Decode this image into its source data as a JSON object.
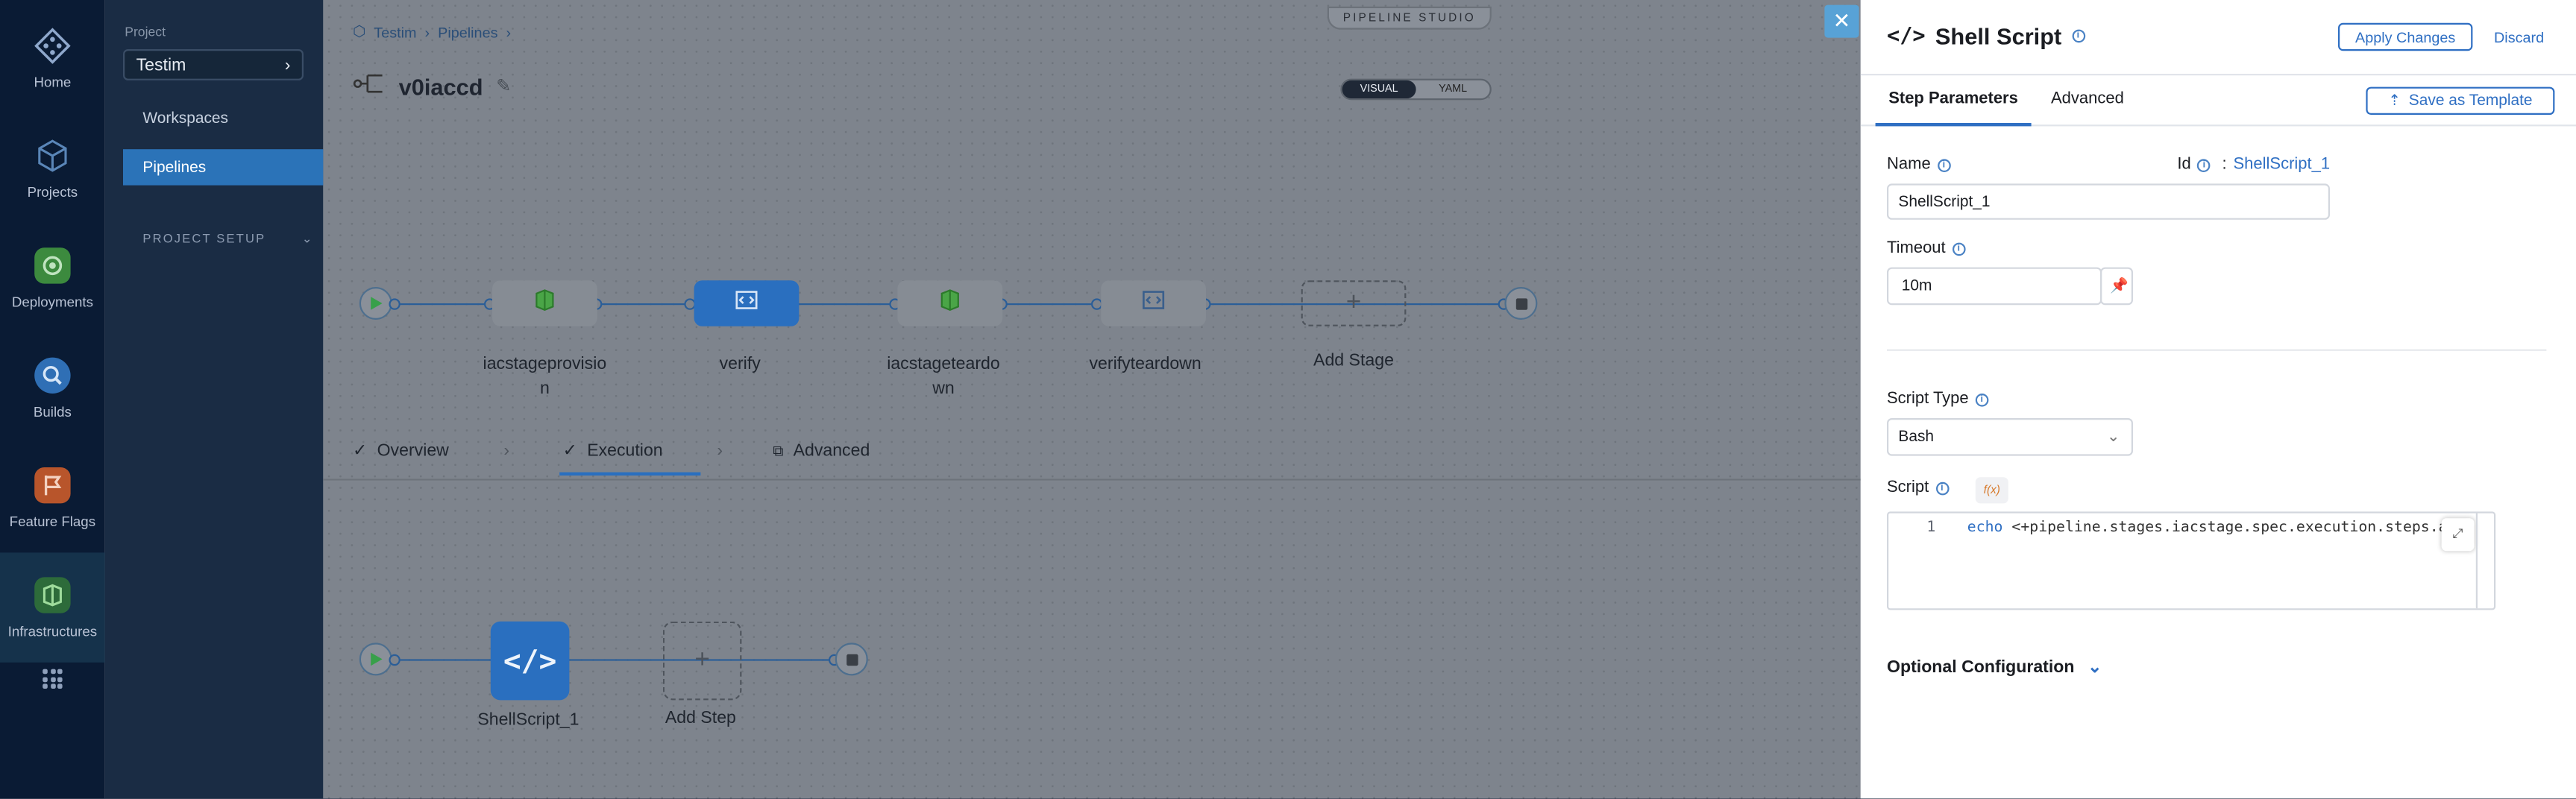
{
  "nav": {
    "items": [
      {
        "label": "Home",
        "icon": "harness-logo-icon"
      },
      {
        "label": "Projects",
        "icon": "projects-cube-icon"
      },
      {
        "label": "Deployments",
        "icon": "deployments-icon"
      },
      {
        "label": "Builds",
        "icon": "builds-icon"
      },
      {
        "label": "Feature Flags",
        "icon": "feature-flags-icon"
      },
      {
        "label": "Infrastructures",
        "icon": "infrastructures-icon"
      }
    ],
    "active": "Infrastructures"
  },
  "project": {
    "label": "Project",
    "name": "Testim",
    "links": [
      "Workspaces",
      "Pipelines"
    ],
    "active_link": "Pipelines",
    "setup": "PROJECT SETUP"
  },
  "canvas": {
    "breadcrumb": [
      "Testim",
      "Pipelines"
    ],
    "pipeline_name": "v0iaccd",
    "studio_label": "PIPELINE STUDIO",
    "view_toggle": [
      "VISUAL",
      "YAML"
    ],
    "view_selected": "VISUAL",
    "stages": [
      {
        "label1": "iacstageprovisio",
        "label2": "n",
        "kind": "infra"
      },
      {
        "label1": "verify",
        "label2": "",
        "kind": "custom",
        "selected": true
      },
      {
        "label1": "iacstageteardo",
        "label2": "wn",
        "kind": "infra"
      },
      {
        "label1": "verifyteardown",
        "label2": "",
        "kind": "custom"
      }
    ],
    "add_stage": "Add Stage",
    "tabs": [
      "Overview",
      "Execution",
      "Advanced"
    ],
    "active_tab": "Execution",
    "step_name": "ShellScript_1",
    "add_step": "Add Step"
  },
  "panel": {
    "title": "Shell Script",
    "apply": "Apply Changes",
    "discard": "Discard",
    "tabs": [
      "Step Parameters",
      "Advanced"
    ],
    "active_tab": "Step Parameters",
    "save_template": "Save as Template",
    "name_label": "Name",
    "id_label": "Id",
    "id_sep": ":",
    "id_value": "ShellScript_1",
    "name_value": "ShellScript_1",
    "timeout_label": "Timeout",
    "timeout_value": "10m",
    "script_type_label": "Script Type",
    "script_type_value": "Bash",
    "script_label": "Script",
    "fx": "f(x)",
    "line_no": "1",
    "code_kw": "echo",
    "code_rest": " <+pipeline.stages.iacstage.spec.execution.steps.appl",
    "optional": "Optional Configuration"
  },
  "colors": {
    "accent": "#2f6fc3",
    "nav_bg": "#0a1b34",
    "stage_blue": "#2a6fbf"
  }
}
